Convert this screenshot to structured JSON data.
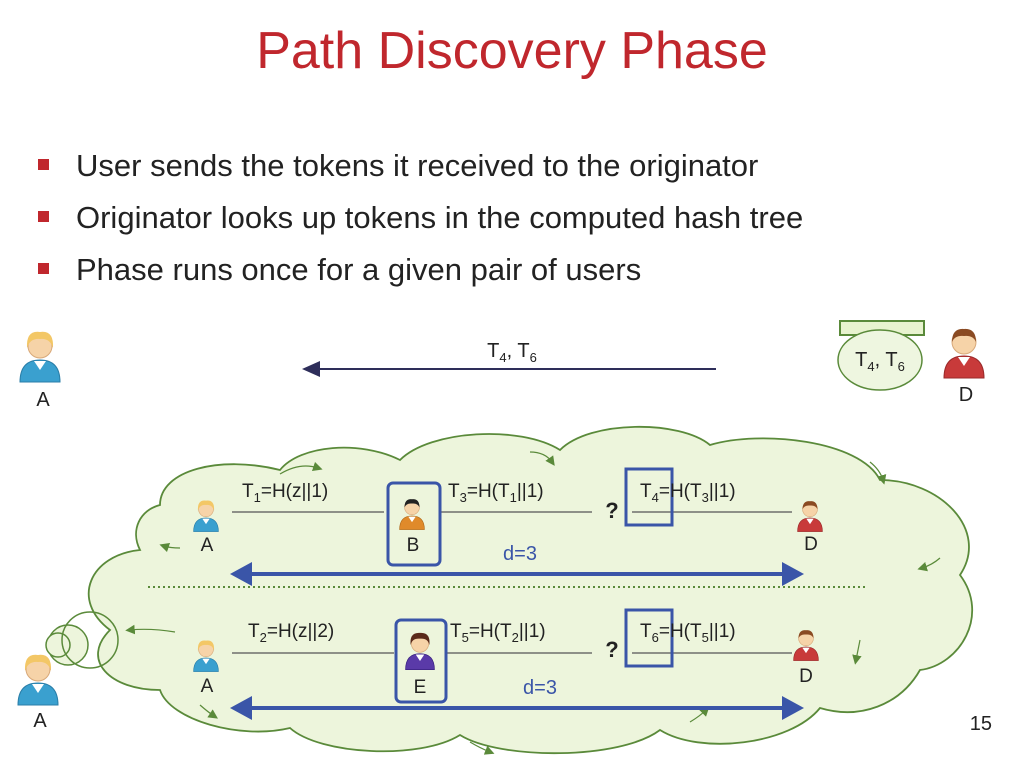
{
  "title": "Path Discovery Phase",
  "bullets": [
    "User sends the tokens it received to the originator",
    "Originator looks up tokens in the computed hash tree",
    "Phase runs once for a given pair of users"
  ],
  "top": {
    "user_a": "A",
    "user_d": "D",
    "message": {
      "t1": "T",
      "s1": "4",
      "sep": ", ",
      "t2": "T",
      "s2": "6"
    },
    "bubble": {
      "t1": "T",
      "s1": "4",
      "sep": ", ",
      "t2": "T",
      "s2": "6"
    }
  },
  "cloud_a_label": "A",
  "path1": {
    "a": "A",
    "b": "B",
    "d": "D",
    "token1": {
      "t": "T",
      "s": "1",
      "rest": "=H(z||1)"
    },
    "token2": {
      "t": "T",
      "s": "3",
      "rest_a": "=H(T",
      "s2": "1",
      "rest_b": "||1)"
    },
    "token3": {
      "t": "T",
      "s": "4",
      "rest_a": "=H(T",
      "s2": "3",
      "rest_b": "||1)"
    },
    "question": "?",
    "distance": "d=3"
  },
  "path2": {
    "a": "A",
    "e": "E",
    "d": "D",
    "token1": {
      "t": "T",
      "s": "2",
      "rest": "=H(z||2)"
    },
    "token2": {
      "t": "T",
      "s": "5",
      "rest_a": "=H(T",
      "s2": "2",
      "rest_b": "||1)"
    },
    "token3": {
      "t": "T",
      "s": "6",
      "rest_a": "=H(T",
      "s2": "5",
      "rest_b": "||1)"
    },
    "question": "?",
    "distance": "d=3"
  },
  "page_number": "15",
  "colors": {
    "title": "#c0272d",
    "bullet_marker": "#c0272d",
    "cloud_fill": "#edf5dc",
    "cloud_stroke": "#5a8a3a",
    "arrow_blue": "#3a55a8",
    "dark_arrow": "#2e2e5a",
    "highlight_box": "#3a55a8",
    "distance_text": "#3a55a8",
    "user_blue": "#3aa0cf",
    "user_red": "#c83a3a",
    "user_orange": "#e08a2a",
    "user_purple": "#5a3aa8"
  },
  "icons": [
    "user-a-icon",
    "user-d-icon",
    "user-b-icon",
    "user-e-icon"
  ]
}
